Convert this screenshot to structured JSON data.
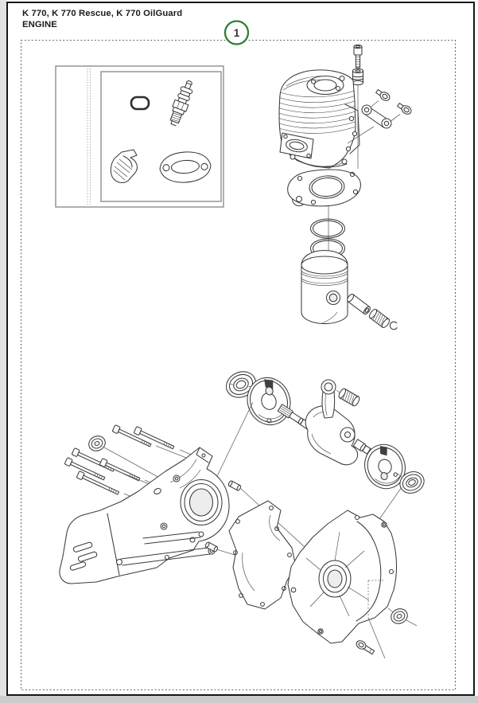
{
  "header": {
    "models": "K 770, K 770 Rescue, K 770 OilGuard",
    "section": "ENGINE"
  },
  "callout": {
    "number": "1",
    "scope": "engine assembly group"
  },
  "colors": {
    "callout_green": "#2e8033",
    "line_art": "#3b3b3b",
    "page_border": "#161616",
    "dashed_frame": "#5a5a5a"
  },
  "illustration": {
    "type": "exploded-parts-diagram",
    "subject": "Power cutter engine assembly",
    "parts_depicted": [
      "o-ring",
      "spark-plug",
      "ribbed-clamp-part",
      "exhaust-gasket",
      "cylinder-bolt",
      "spacer-sleeve",
      "cylinder",
      "mounting-bracket",
      "bracket-screw-upper",
      "bracket-screw-lower",
      "cylinder-base-gasket",
      "piston-ring-upper",
      "piston-ring-lower",
      "piston",
      "wrist-pin",
      "piston-needle-bearing",
      "circlip",
      "ball-bearing-left",
      "crank-web-left",
      "crankshaft-with-connecting-rod",
      "connecting-rod-needle-bearing",
      "crank-web-right",
      "ball-bearing-right",
      "oil-seal-left",
      "crankcase-bolts",
      "crankcase-left-half",
      "dowel-pins",
      "crankcase-gasket",
      "crankcase-right-half",
      "oil-seal-right",
      "flange-screw"
    ]
  }
}
